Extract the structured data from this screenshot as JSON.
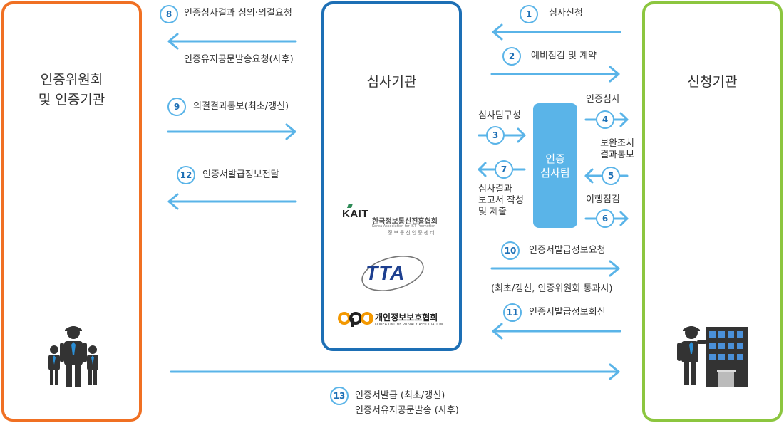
{
  "boxes": {
    "left": {
      "title_line1": "인증위원회",
      "title_line2": "및 인증기관",
      "color": "#f07023"
    },
    "middle": {
      "title": "심사기관",
      "color": "#1d6fb5"
    },
    "right": {
      "title": "신청기관",
      "color": "#8cc63f"
    }
  },
  "team": {
    "line1": "인증",
    "line2": "심사팀",
    "color": "#5ab4e8"
  },
  "steps": [
    {
      "num": "1",
      "label": "심사신청"
    },
    {
      "num": "2",
      "label": "예비점검 및 계약"
    },
    {
      "num": "3",
      "label": "심사팀구성"
    },
    {
      "num": "4",
      "label": "인증심사"
    },
    {
      "num": "5",
      "label_line1": "보완조치",
      "label_line2": "결과통보"
    },
    {
      "num": "6",
      "label": "이행점검"
    },
    {
      "num": "7",
      "label_line1": "심사결과",
      "label_line2": "보고서 작성",
      "label_line3": "및 제출"
    },
    {
      "num": "8",
      "label": "인증심사결과 심의·의결요청",
      "sub_label": "인증유지공문발송요청(사후)"
    },
    {
      "num": "9",
      "label": "의결결과통보(최초/갱신)"
    },
    {
      "num": "10",
      "label": "인증서발급정보요청",
      "sub_label": "(최초/갱신, 인증위원회 통과시)"
    },
    {
      "num": "11",
      "label": "인증서발급정보회신"
    },
    {
      "num": "12",
      "label": "인증서발급정보전달"
    },
    {
      "num": "13",
      "label_line1": "인증서발급 (최초/갱신)",
      "label_line2": "인증서유지공문발송 (사후)"
    }
  ],
  "logos": {
    "kait": {
      "mark": "KAIT",
      "name": "한국정보통신진흥협회",
      "english": "Korea Association for ICT Promotion",
      "sub": "정보통신인증센터"
    },
    "tta": {
      "mark": "TTA"
    },
    "okpa": {
      "name": "개인정보보호협회",
      "english": "KOREA ONLINE PRIVACY ASSOCIATION"
    }
  },
  "icons": {
    "left": "people-group-icon",
    "right": "building-person-icon"
  },
  "arrow_color": "#5ab4e8"
}
